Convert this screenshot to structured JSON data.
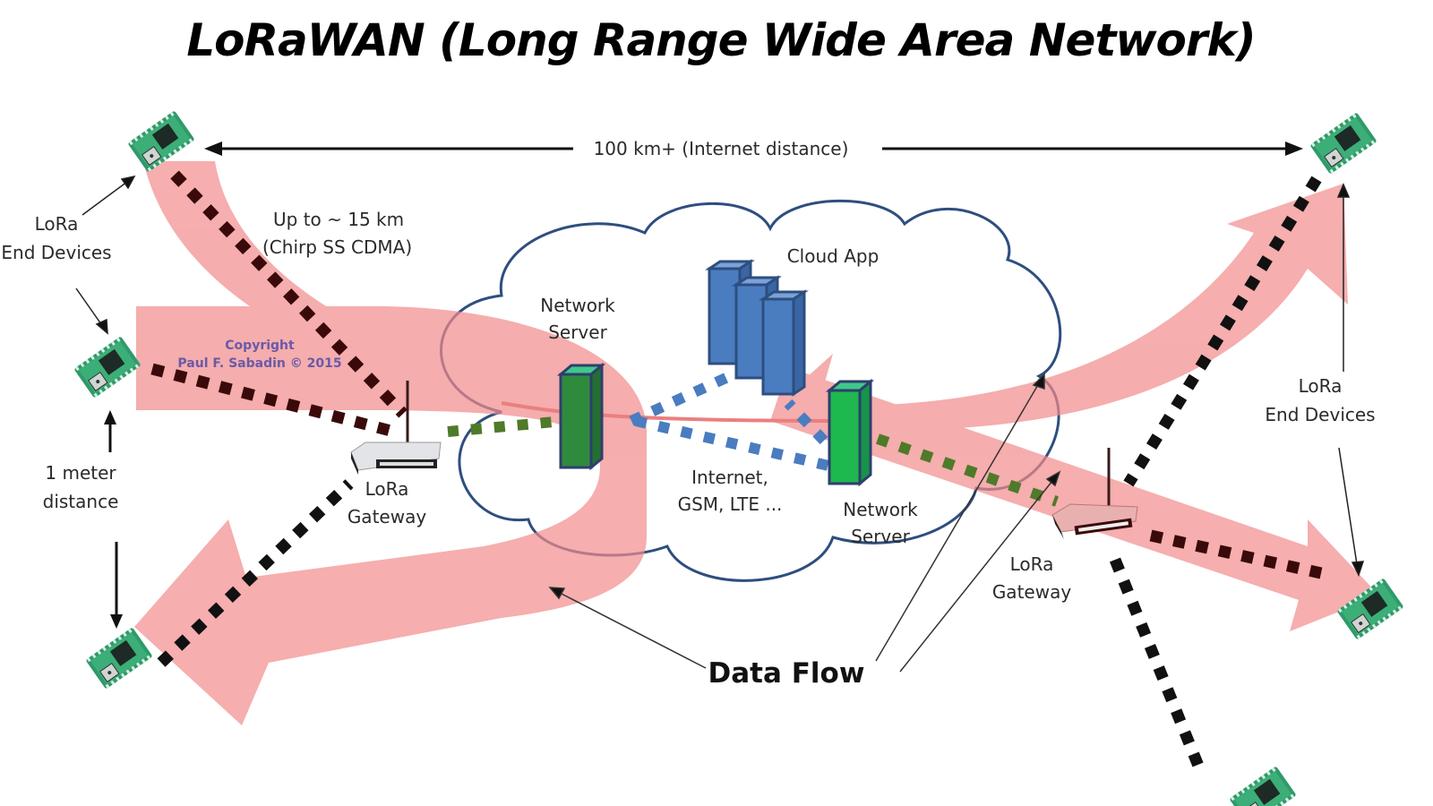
{
  "title": "LoRaWAN (Long Range Wide Area Network)",
  "labels": {
    "internet_distance": "100 km+ (Internet distance)",
    "range_line1": "Up to  ~ 15 km",
    "range_line2": "(Chirp SS CDMA)",
    "end_devices_left_line1": "LoRa",
    "end_devices_left_line2": "End Devices",
    "end_devices_right_line1": "LoRa",
    "end_devices_right_line2": "End Devices",
    "one_meter_line1": "1 meter",
    "one_meter_line2": "distance",
    "gateway_left_line1": "LoRa",
    "gateway_left_line2": "Gateway",
    "gateway_right_line1": "LoRa",
    "gateway_right_line2": "Gateway",
    "network_server_left_line1": "Network",
    "network_server_left_line2": "Server",
    "network_server_right_line1": "Network",
    "network_server_right_line2": "Server",
    "cloud_app": "Cloud App",
    "internet_line1": "Internet,",
    "internet_line2": "GSM, LTE ...",
    "data_flow": "Data Flow",
    "copyright_line1": "Copyright",
    "copyright_line2": "Paul F. Sabadin © 2015"
  },
  "colors": {
    "flow_arrow": "#f4a3a3",
    "cloud_outline": "#2e4e7e",
    "server_green": "#2e8b3e",
    "server_green_bright": "#1fb84f",
    "cloud_app_blue": "#4a7cc0",
    "device_pcb": "#2f9a6a",
    "lora_link": "#3a0a0a",
    "backhaul_green": "#4f7a2a",
    "ip_link_blue": "#4a7cc0"
  }
}
